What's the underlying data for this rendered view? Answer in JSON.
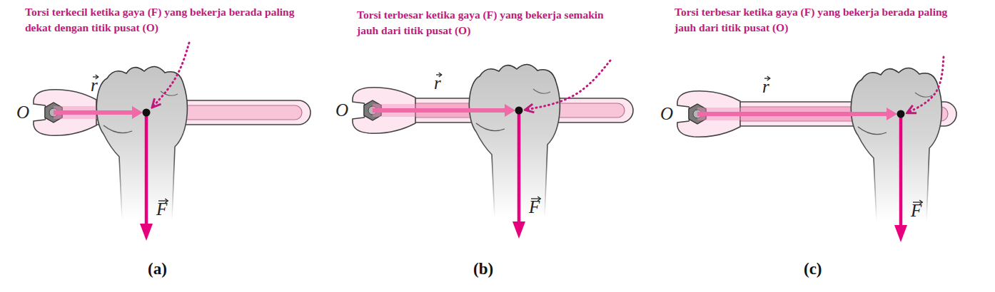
{
  "diagram": {
    "labels": [
      "Torsi terkecil ketika gaya (F) yang bekerja berada paling dekat dengan titik pusat (O)",
      "Torsi terbesar ketika gaya (F) yang bekerja semakin jauh dari titik pusat (O)",
      "Torsi terbesar ketika gaya (F) yang bekerja berada paling jauh dari titik pusat (O)",
      "O",
      "O",
      "O",
      "r",
      "r",
      "r",
      "F",
      "F",
      "F",
      "(a)",
      "(b)",
      "(c)"
    ]
  }
}
